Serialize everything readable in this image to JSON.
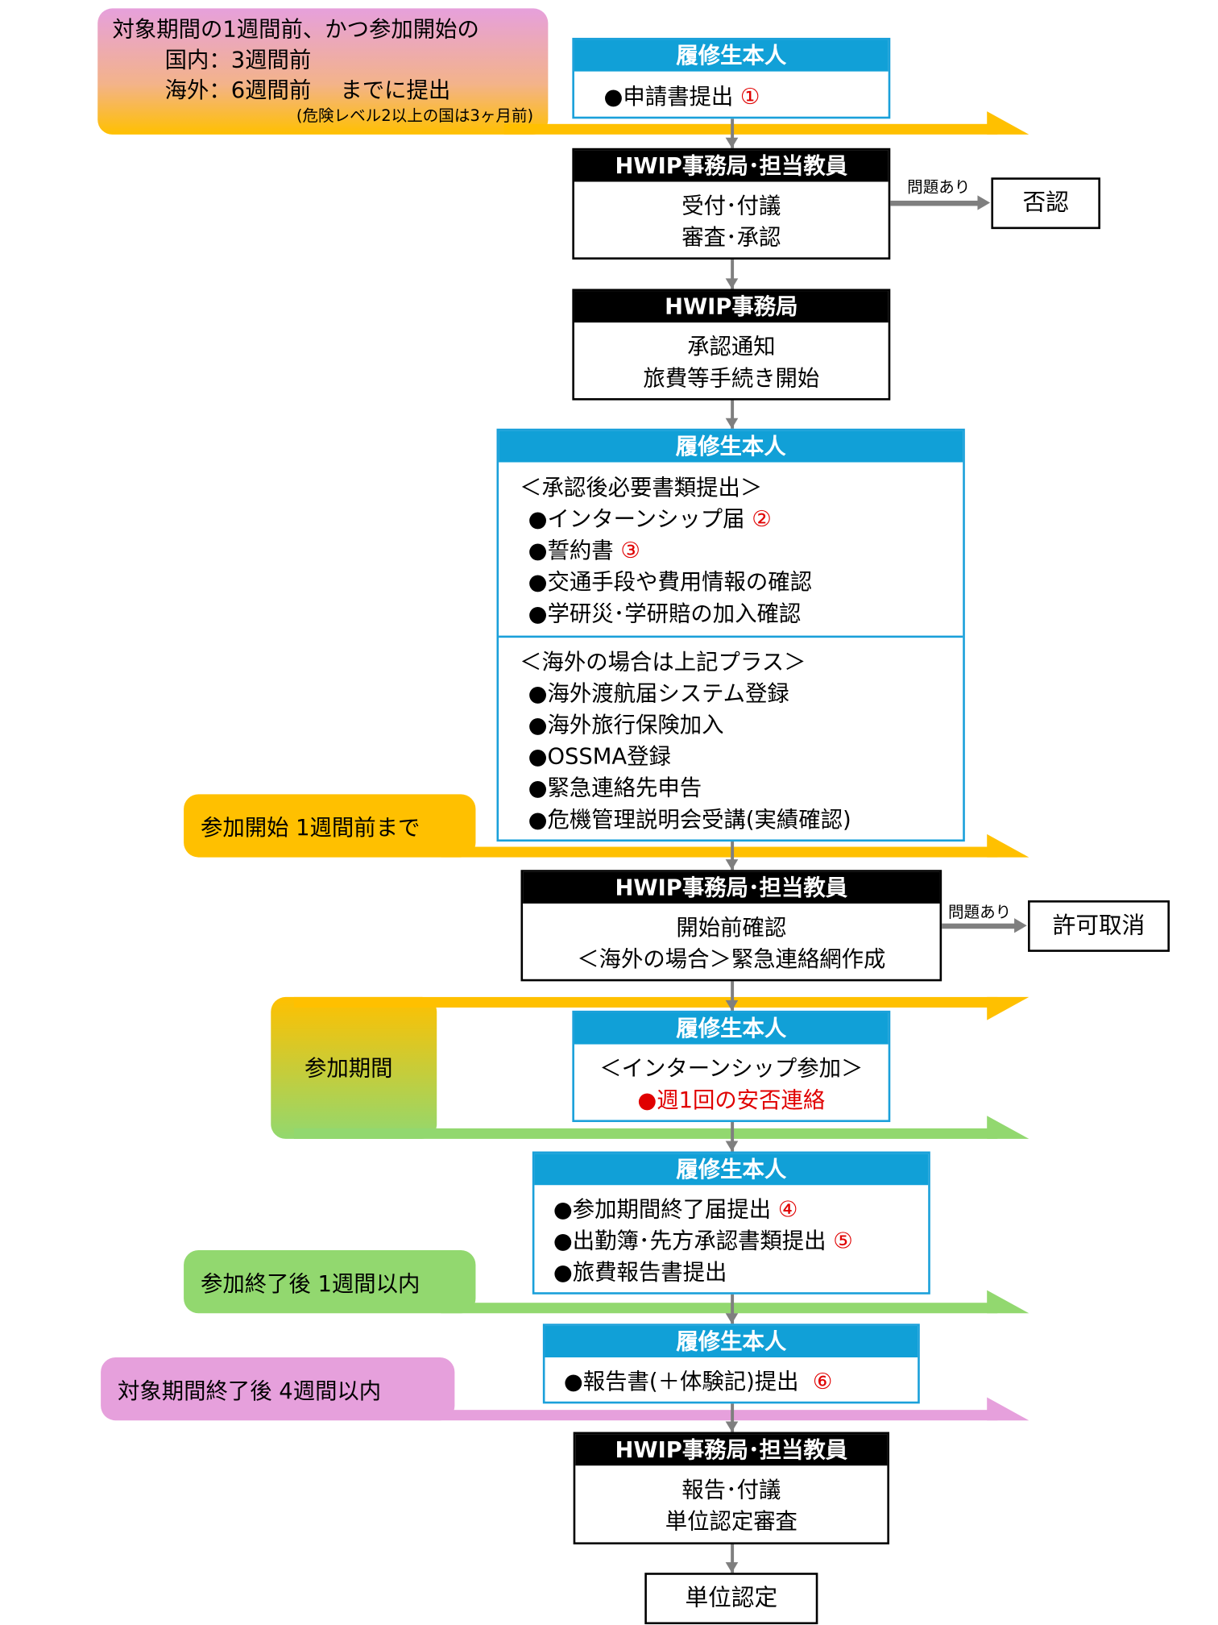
{
  "deadlines": {
    "first": [
      "対象期間の1週間前、かつ参加開始の",
      "国内：3週間前",
      "海外：6週間前　 までに提出",
      "(危険レベル2以上の国は3ヶ月前)"
    ],
    "one_week_before": "参加開始 1週間前まで",
    "participation": "参加期間",
    "one_week_after": "参加終了後 1週間以内",
    "four_weeks_after": "対象期間終了後 4週間以内"
  },
  "colors": {
    "blue": "#11a0d7",
    "orange": "#ffc000",
    "green": "#92d86f",
    "pink": "#e6a0dc"
  },
  "steps": [
    {
      "header": "履修生本人",
      "lines": [
        "●申請書提出"
      ],
      "mark": "①"
    },
    {
      "header": "HWIP事務局･担当教員",
      "lines": [
        "受付･付議",
        "審査･承認"
      ],
      "side_label": "問題あり",
      "side_result": "否認"
    },
    {
      "header": "HWIP事務局",
      "lines": [
        "承認通知",
        "旅費等手続き開始"
      ]
    },
    {
      "header": "履修生本人",
      "section1_title": "＜承認後必要書類提出＞",
      "section1": [
        "●インターンシップ届",
        "●誓約書",
        "●交通手段や費用情報の確認",
        "●学研災･学研賠の加入確認"
      ],
      "marks": [
        "②",
        "③"
      ],
      "section2_title": "＜海外の場合は上記プラス＞",
      "section2": [
        "●海外渡航届システム登録",
        "●海外旅行保険加入",
        "●OSSMA登録",
        "●緊急連絡先申告",
        "●危機管理説明会受講(実績確認)"
      ]
    },
    {
      "header": "HWIP事務局･担当教員",
      "lines": [
        "開始前確認",
        "＜海外の場合＞緊急連絡網作成"
      ],
      "side_label": "問題あり",
      "side_result": "許可取消"
    },
    {
      "header": "履修生本人",
      "lines": [
        "＜インターンシップ参加＞"
      ],
      "red_line": "●週1回の安否連絡"
    },
    {
      "header": "履修生本人",
      "lines": [
        "●参加期間終了届提出",
        "●出勤簿･先方承認書類提出",
        "●旅費報告書提出"
      ],
      "marks": [
        "④",
        "⑤"
      ]
    },
    {
      "header": "履修生本人",
      "lines": [
        "●報告書(＋体験記)提出"
      ],
      "mark": "⑥"
    },
    {
      "header": "HWIP事務局･担当教員",
      "lines": [
        "報告･付議",
        "単位認定審査"
      ]
    },
    {
      "final": "単位認定"
    }
  ]
}
